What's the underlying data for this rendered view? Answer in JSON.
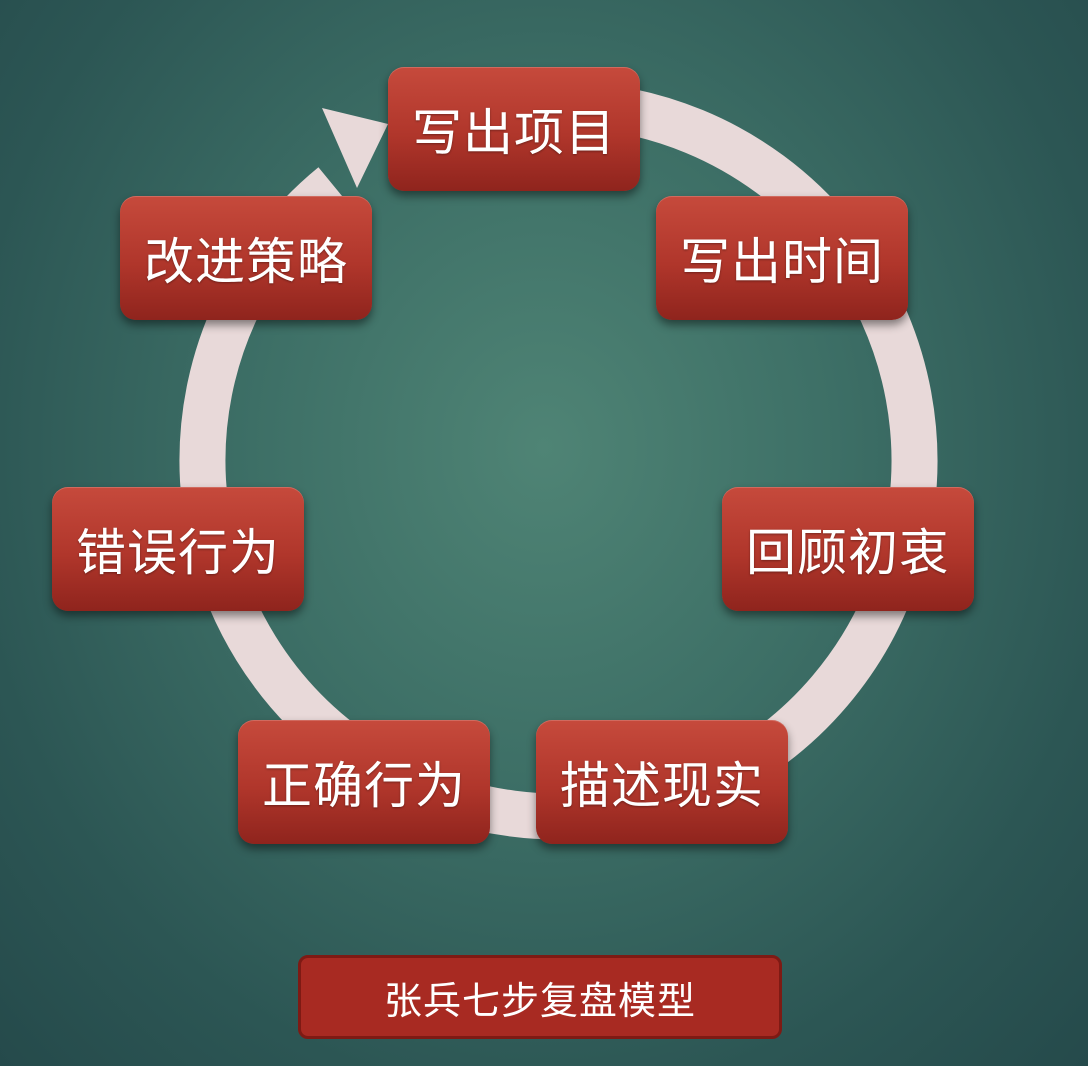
{
  "diagram": {
    "steps": [
      {
        "label": "写出项目"
      },
      {
        "label": "写出时间"
      },
      {
        "label": "回顾初衷"
      },
      {
        "label": "描述现实"
      },
      {
        "label": "正确行为"
      },
      {
        "label": "错误行为"
      },
      {
        "label": "改进策略"
      }
    ],
    "title": "张兵七步复盘模型"
  },
  "colors": {
    "background": "#3d6f66",
    "step_fill": "#b0362b",
    "ring": "#e8d9d9",
    "title_fill": "#a82a22"
  }
}
